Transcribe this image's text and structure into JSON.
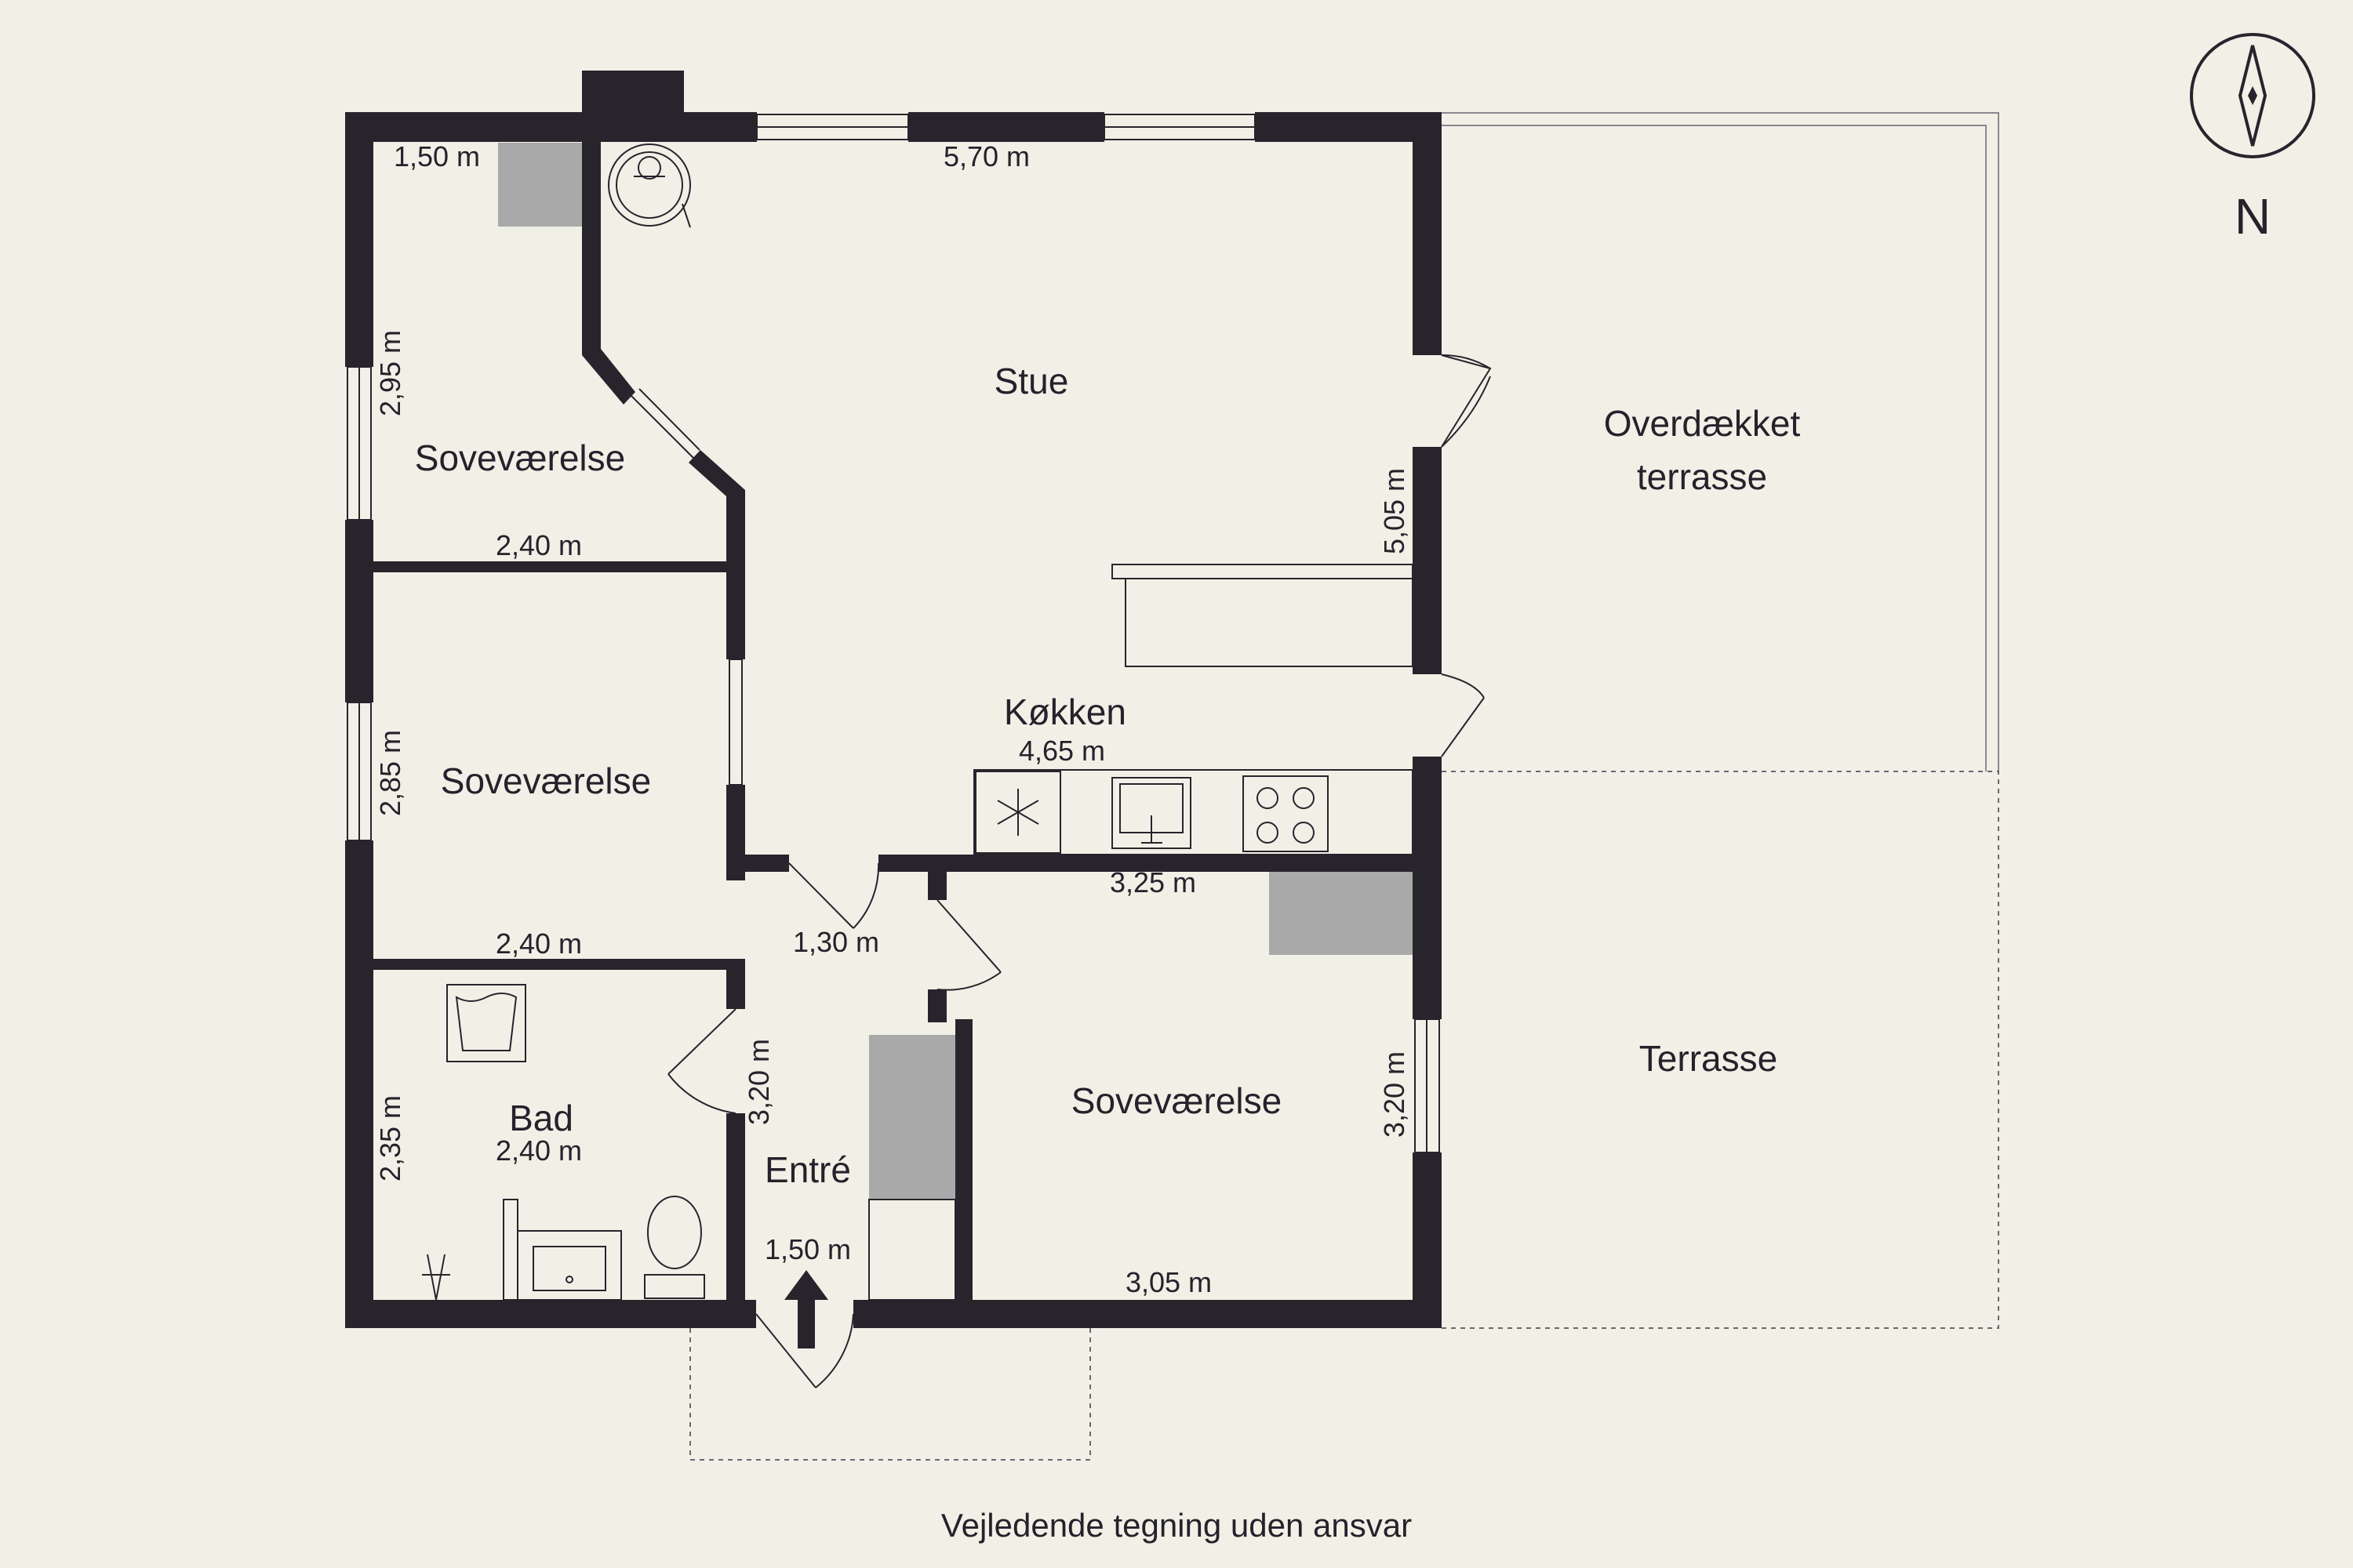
{
  "rooms": {
    "stue": "Stue",
    "overdaekket_terrasse_line1": "Overdækket",
    "overdaekket_terrasse_line2": "terrasse",
    "sovevaerelse_top": "Soveværelse",
    "sovevaerelse_middle": "Soveværelse",
    "sovevaerelse_right": "Soveværelse",
    "koekken": "Køkken",
    "bad": "Bad",
    "entre": "Entré",
    "terrasse": "Terrasse"
  },
  "dimensions": {
    "top_left_width": "1,50 m",
    "stue_width": "5,70 m",
    "sove_top_height": "2,95 m",
    "sove_top_width": "2,40 m",
    "stue_height": "5,05 m",
    "koekken_width": "4,65 m",
    "sove_mid_height": "2,85 m",
    "sove_mid_width": "2,40 m",
    "sove_right_top": "3,25 m",
    "hall_width": "1,30 m",
    "entre_height": "3,20 m",
    "bad_height": "2,35 m",
    "bad_width": "2,40 m",
    "sove_right_height": "3,20 m",
    "entre_width": "1,50 m",
    "sove_right_bottom": "3,05 m"
  },
  "compass": {
    "label": "N"
  },
  "footer": {
    "disclaimer": "Vejledende tegning uden ansvar"
  }
}
